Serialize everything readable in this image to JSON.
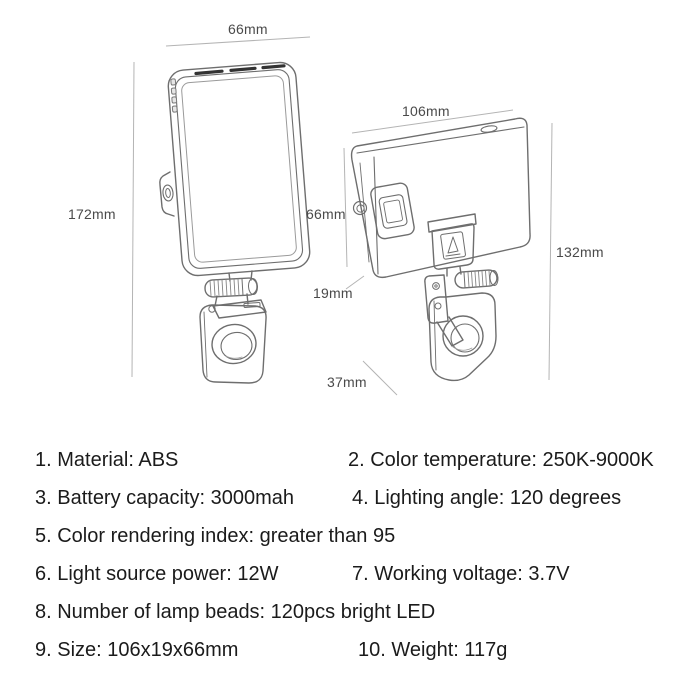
{
  "diagram": {
    "front_view": {
      "width_label": "66mm",
      "height_label": "172mm"
    },
    "back_view": {
      "width_label": "106mm",
      "panel_height_label": "66mm",
      "depth_label": "19mm",
      "height_label": "132mm",
      "clip_depth_label": "37mm"
    },
    "line_color": "#6e6e6e",
    "dimension_line_color": "#b4b4b4",
    "dimension_text_color": "#4a4a4a"
  },
  "specs": {
    "text_color": "#1b1b1b",
    "items": [
      {
        "label": "1. Material: ABS"
      },
      {
        "label": "2. Color temperature: 250K-9000K"
      },
      {
        "label": "3. Battery capacity: 3000mah"
      },
      {
        "label": "4. Lighting angle: 120 degrees"
      },
      {
        "label": "5. Color rendering index: greater than 95"
      },
      {
        "label": "6. Light source power: 12W"
      },
      {
        "label": "7. Working voltage: 3.7V"
      },
      {
        "label": "8. Number of lamp beads: 120pcs bright LED"
      },
      {
        "label": "9. Size: 106x19x66mm"
      },
      {
        "label": "10. Weight: 117g"
      }
    ]
  }
}
